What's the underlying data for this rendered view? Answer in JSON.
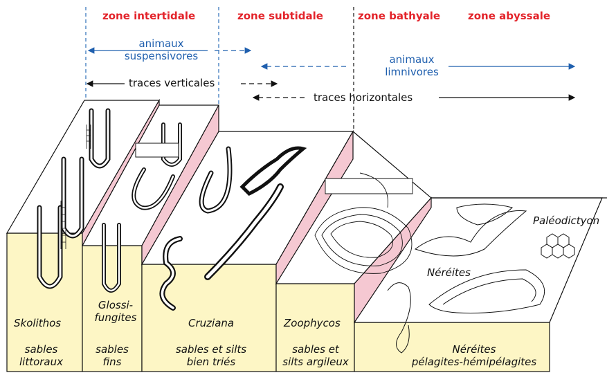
{
  "zones": {
    "intertidal": "zone intertidale",
    "subtidal": "zone subtidale",
    "bathyal": "zone bathyale",
    "abyssal": "zone abyssale"
  },
  "ranges": {
    "suspensivores": [
      "animaux",
      "suspensivores"
    ],
    "limnivores": [
      "animaux",
      "limnivores"
    ],
    "vertical": "traces verticales",
    "horizontal": "traces horizontales"
  },
  "ichnofacies": {
    "skolithos": "Skolithos",
    "glossifungites": [
      "Glossi-",
      "fungites"
    ],
    "cruziana": "Cruziana",
    "zoophycos": "Zoophycos",
    "nereites": "Néréites",
    "paleodictyon": "Paléodictyon",
    "nereites_trace": "Néréites"
  },
  "sediments": {
    "skolithos": [
      "sables",
      "littoraux"
    ],
    "glossifungites": [
      "sables",
      "fins"
    ],
    "cruziana": [
      "sables et silts",
      "bien triés"
    ],
    "zoophycos": [
      "sables et",
      "silts argileux"
    ],
    "nereites": [
      "Néréites",
      "pélagites-hémipélagites"
    ]
  },
  "colors": {
    "zone_label": "#e3242b",
    "animal_label": "#1f5fae",
    "sediment": "#fdf6c5",
    "scarp": "#f5c8d2"
  }
}
